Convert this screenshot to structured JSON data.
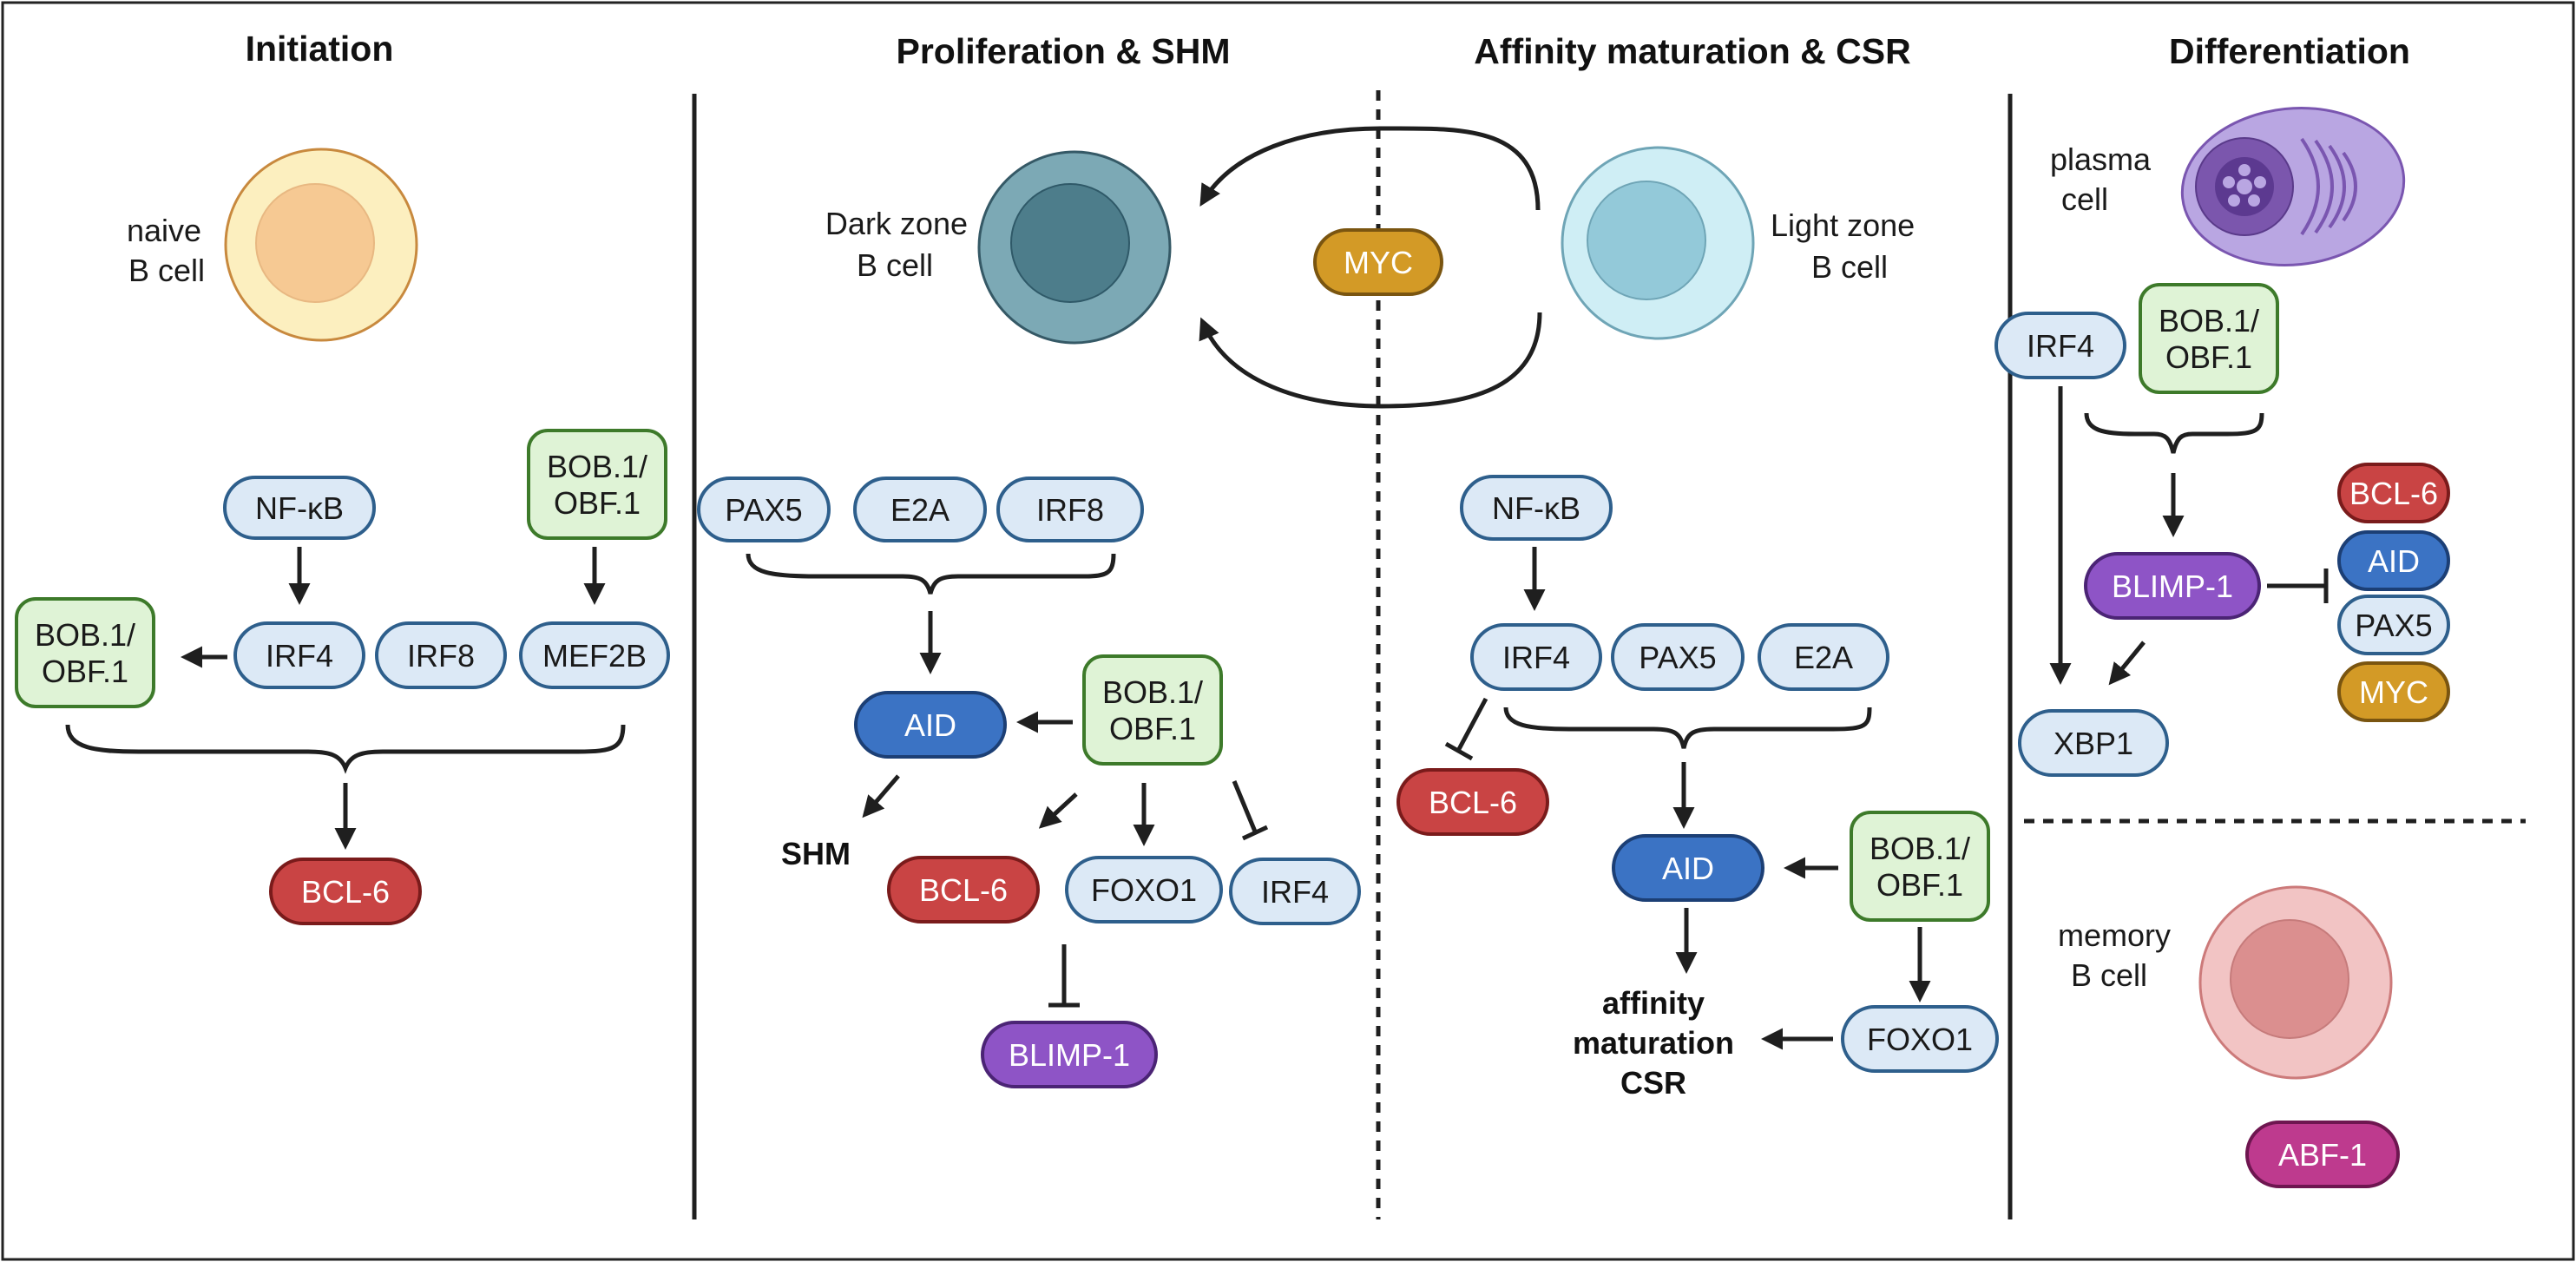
{
  "sections": {
    "initiation": "Initiation",
    "proliferation": "Proliferation & SHM",
    "affinity": "Affinity maturation & CSR",
    "differentiation": "Differentiation"
  },
  "cells": {
    "naive": [
      "naive",
      "B cell"
    ],
    "dark": [
      "Dark zone",
      "B cell"
    ],
    "light": [
      "Light zone",
      "B cell"
    ],
    "plasma": [
      "plasma",
      "cell"
    ],
    "memory": [
      "memory",
      "B cell"
    ]
  },
  "labels": {
    "shm": "SHM",
    "affinity_outcome": [
      "affinity",
      "maturation",
      "CSR"
    ]
  },
  "nodes": {
    "myc_center": "MYC",
    "init_nfkb": "NF-κB",
    "init_bob_top": [
      "BOB.1/",
      "OBF.1"
    ],
    "init_bob_left": [
      "BOB.1/",
      "OBF.1"
    ],
    "init_irf4": "IRF4",
    "init_irf8": "IRF8",
    "init_mef2b": "MEF2B",
    "init_bcl6": "BCL-6",
    "prol_pax5": "PAX5",
    "prol_e2a": "E2A",
    "prol_irf8": "IRF8",
    "prol_aid": "AID",
    "prol_bob": [
      "BOB.1/",
      "OBF.1"
    ],
    "prol_bcl6": "BCL-6",
    "prol_foxo1": "FOXO1",
    "prol_irf4": "IRF4",
    "prol_blimp1": "BLIMP-1",
    "aff_nfkb": "NF-κB",
    "aff_irf4": "IRF4",
    "aff_pax5": "PAX5",
    "aff_e2a": "E2A",
    "aff_bcl6": "BCL-6",
    "aff_aid": "AID",
    "aff_bob": [
      "BOB.1/",
      "OBF.1"
    ],
    "aff_foxo1": "FOXO1",
    "diff_irf4": "IRF4",
    "diff_bob": [
      "BOB.1/",
      "OBF.1"
    ],
    "diff_blimp1": "BLIMP-1",
    "diff_bcl6": "BCL-6",
    "diff_aid": "AID",
    "diff_pax5": "PAX5",
    "diff_myc": "MYC",
    "diff_xbp1": "XBP1",
    "diff_abf1": "ABF-1"
  },
  "colors": {
    "light_blue_fill": "#dce9f6",
    "light_blue_stroke": "#2e5f8c",
    "green_fill": "#dff3d6",
    "green_stroke": "#3d7a2a",
    "red_fill": "#c94444",
    "red_stroke": "#7a1b1b",
    "blue_fill": "#3b73c4",
    "blue_stroke": "#1c3f75",
    "purple_fill": "#8e54c6",
    "purple_stroke": "#4b2475",
    "gold_fill": "#d39a26",
    "gold_stroke": "#7a5510",
    "magenta_fill": "#be3a8e",
    "magenta_stroke": "#6e1650",
    "line": "#1f1f1f"
  }
}
